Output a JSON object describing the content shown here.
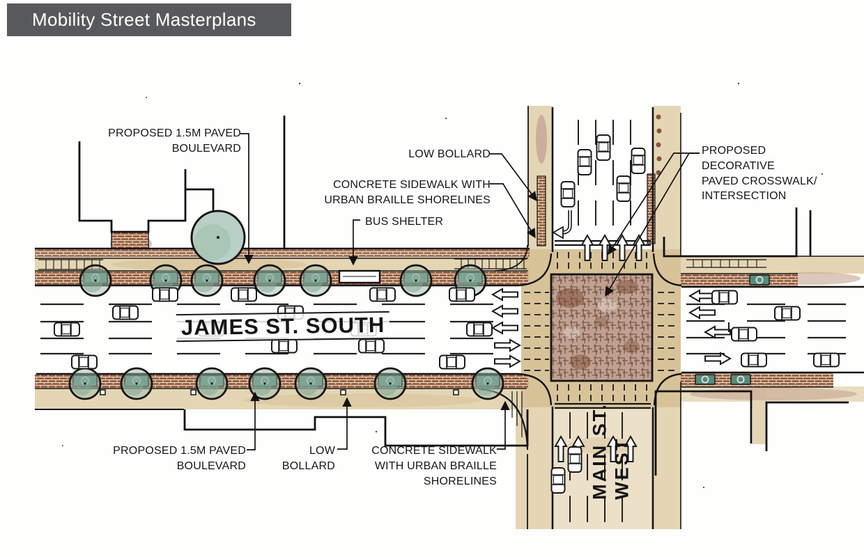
{
  "header": {
    "title": "Mobility Street Masterplans"
  },
  "streets": {
    "james_st": "JAMES ST. SOUTH",
    "main_st": "MAIN ST.\nWEST"
  },
  "annotations": {
    "proposed_boulevard_top": "PROPOSED 1.5M PAVED\nBOULEVARD",
    "low_bollard_top": "LOW BOLLARD",
    "concrete_sidewalk_top": "CONCRETE SIDEWALK WITH\nURBAN BRAILLE SHORELINES",
    "bus_shelter": "BUS SHELTER",
    "decorative_crosswalk": "PROPOSED\nDECORATIVE\nPAVED CROSSWALK/\nINTERSECTION",
    "proposed_boulevard_bottom": "PROPOSED 1.5M PAVED\nBOULEVARD",
    "low_bollard_bottom": "LOW\nBOLLARD",
    "concrete_sidewalk_bottom": "CONCRETE SIDEWALK\nWITH URBAN BRAILLE\nSHORELINES"
  },
  "palette": {
    "header_bg": "#58595b",
    "header_fg": "#ffffff",
    "sidewalk_tan": "#e4d6b4",
    "crosswalk_tan": "#d8c399",
    "brick_red": "#93593f",
    "tree_green": "#9dbbaa",
    "intersection_mauve": "#c2a08f",
    "splotch_brown": "#7c4a33",
    "ink": "#1a1a1a"
  }
}
